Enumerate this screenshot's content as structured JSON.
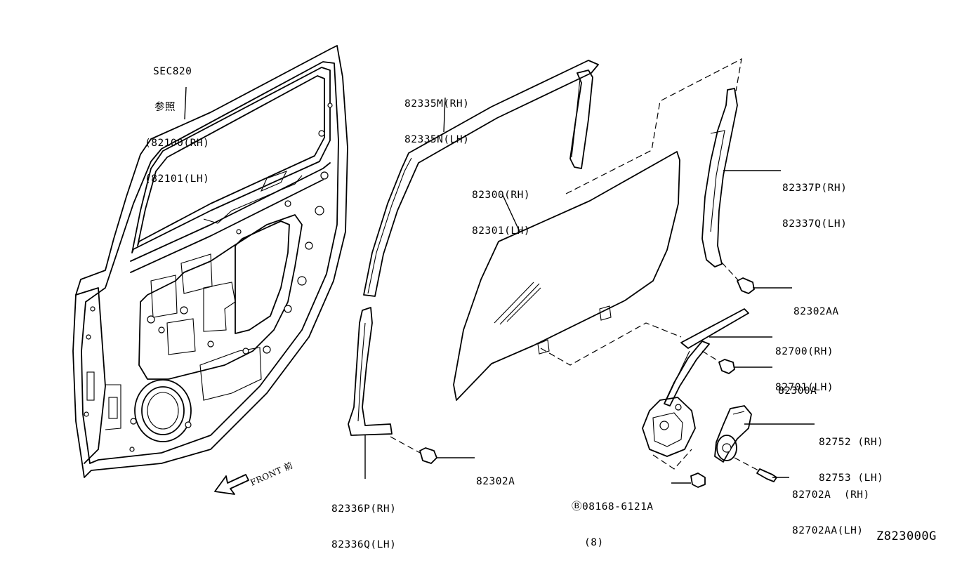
{
  "diagram_id": "Z823000G",
  "labels": {
    "door": {
      "line1": "SEC820",
      "line2": "参照",
      "line3": "(82100(RH)",
      "line4": "(82101(LH)"
    },
    "sash_seal": {
      "line1": "82335M(RH)",
      "line2": "82335N(LH)"
    },
    "glass": {
      "line1": "82300(RH)",
      "line2": "82301(LH)"
    },
    "rear_channel": {
      "line1": "82337P(RH)",
      "line2": "82337Q(LH)"
    },
    "bolt_rear": {
      "line1": "82302AA"
    },
    "regulator": {
      "line1": "82700(RH)",
      "line2": "82701(LH)"
    },
    "bolt_glass": {
      "line1": "82300A"
    },
    "motor": {
      "line1": "82752 (RH)",
      "line2": "82753 (LH)"
    },
    "motor_screw": {
      "line1": "82702A  (RH)",
      "line2": "82702AA(LH)"
    },
    "front_channel": {
      "line1": "82336P(RH)",
      "line2": "82336Q(LH)"
    },
    "bolt_front": {
      "line1": "82302A"
    },
    "bolt_regulator": {
      "line1": "Ⓑ08168-6121A",
      "line2": "(8)"
    },
    "front_arrow": {
      "text": "FRONT 前"
    }
  }
}
